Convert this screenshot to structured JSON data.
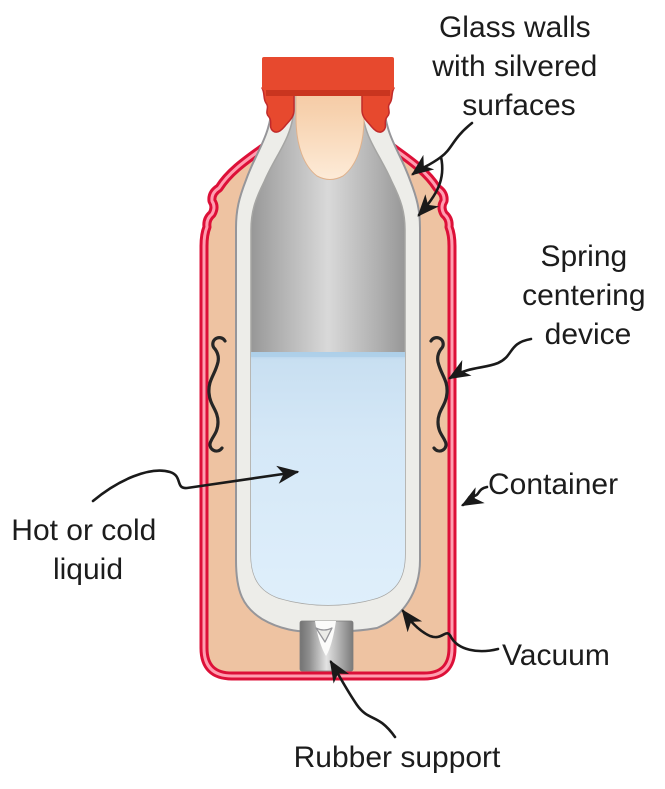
{
  "figure": {
    "subject": "Thermos (vacuum flask) cross-section",
    "background": "#ffffff"
  },
  "labels": {
    "glass_walls": {
      "lines": [
        "Glass walls",
        "with silvered",
        "surfaces"
      ]
    },
    "spring": {
      "lines": [
        "Spring",
        "centering",
        "device"
      ]
    },
    "container": {
      "text": "Container"
    },
    "vacuum": {
      "text": "Vacuum"
    },
    "hot_cold_liquid": {
      "lines": [
        "Hot or cold",
        "liquid"
      ]
    },
    "rubber_support": {
      "text": "Rubber support"
    }
  },
  "colors": {
    "label_text": "#1c1c1c",
    "arrow_black": "#1a1a1a",
    "container_outline_red": "#dd1038",
    "container_stripe_pink": "#ff9eb0",
    "container_interior_tan": "#eec3a2",
    "cap_red": "#e7492e",
    "cap_band_dark_red": "#c9351f",
    "cork_peach": "#f7d2af",
    "glass_wall_white": "#edede9",
    "glass_edge_gray": "#96969a",
    "silvered_gray": "#d9d9d9",
    "liquid_blue": "#d5e8f7",
    "spring_black": "#262626",
    "rubber_support_gray": "#e3e3e3"
  },
  "arrows": [
    {
      "from": "glass_walls label",
      "to": "outer and inner glass walls",
      "heads": 2
    },
    {
      "from": "spring label",
      "to": "right spring centering device",
      "heads": 1
    },
    {
      "from": "container label",
      "to": "red container wall",
      "heads": 1
    },
    {
      "from": "vacuum label",
      "to": "vacuum gap between glass walls",
      "heads": 1
    },
    {
      "from": "hot_cold_liquid label",
      "to": "liquid inside flask",
      "heads": 1
    },
    {
      "from": "rubber_support label",
      "to": "rubber support at bottom",
      "heads": 1
    }
  ]
}
